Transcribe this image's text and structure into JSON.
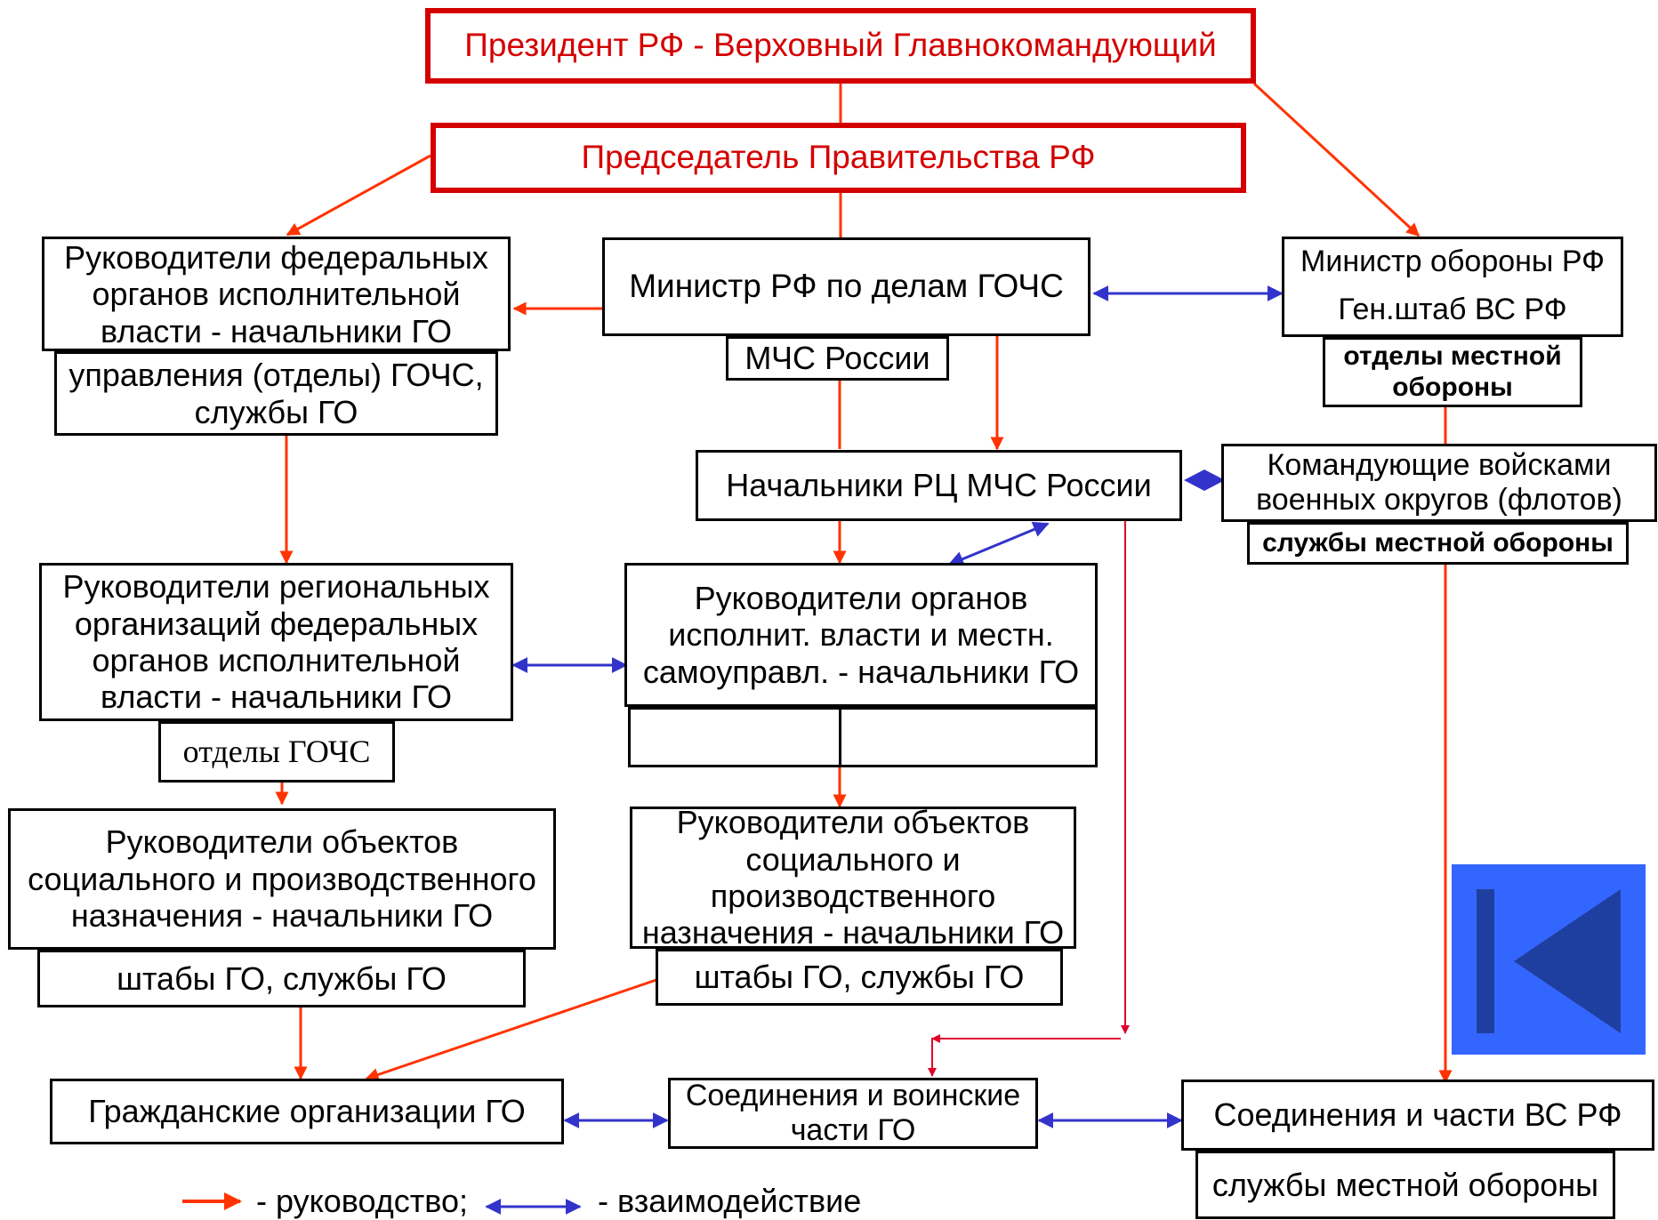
{
  "boxes": {
    "president": "Президент РФ - Верховный Главнокомандующий",
    "chairman": "Председатель Правительства РФ",
    "fed_heads": "Руководители федеральных органов исполнительной власти - начальники ГО",
    "fed_sub": "управления (отделы) ГОЧС, службы ГО",
    "minister_gochs": "Министр РФ по делам ГОЧС",
    "mchs": "МЧС России",
    "defense_minister": "Министр обороны РФ",
    "gen_staff": "Ген.штаб ВС РФ",
    "local_def_depts": "отделы местной обороны",
    "rc_heads": "Начальники РЦ  МЧС России",
    "commanders": "Командующие войсками военных округов (флотов)",
    "local_def_services_1": "службы местной обороны",
    "reg_heads": "Руководители региональных организаций федеральных органов исполнительной власти - начальники ГО",
    "gochs_depts": "отделы ГОЧС",
    "exec_heads": "Руководители органов исполнит. власти и местн. самоуправл. - начальники ГО",
    "objects_left": "Руководители  объектов социального и производственного назначения  - начальники ГО",
    "staffs_left": "штабы  ГО,  службы ГО",
    "objects_mid": "Руководители  объектов социального и производственного назначения - начальники ГО",
    "staffs_mid": "штабы ГО, службы ГО",
    "civil_orgs": "Гражданские организации ГО",
    "go_units": "Соединения и воинские части ГО",
    "armed_units": "Соединения и части ВС  РФ",
    "local_def_services_2": "службы местной обороны"
  },
  "legend": {
    "command": "- руководство;",
    "interaction": "- взаимодействие"
  },
  "colors": {
    "command_arrow": "#ff3300",
    "interaction_arrow": "#3333cc",
    "top_border": "#d40000",
    "back_button": "#3366ff",
    "back_icon": "#1f3fa0"
  },
  "icons": {
    "back_button": "skip-back-icon"
  }
}
